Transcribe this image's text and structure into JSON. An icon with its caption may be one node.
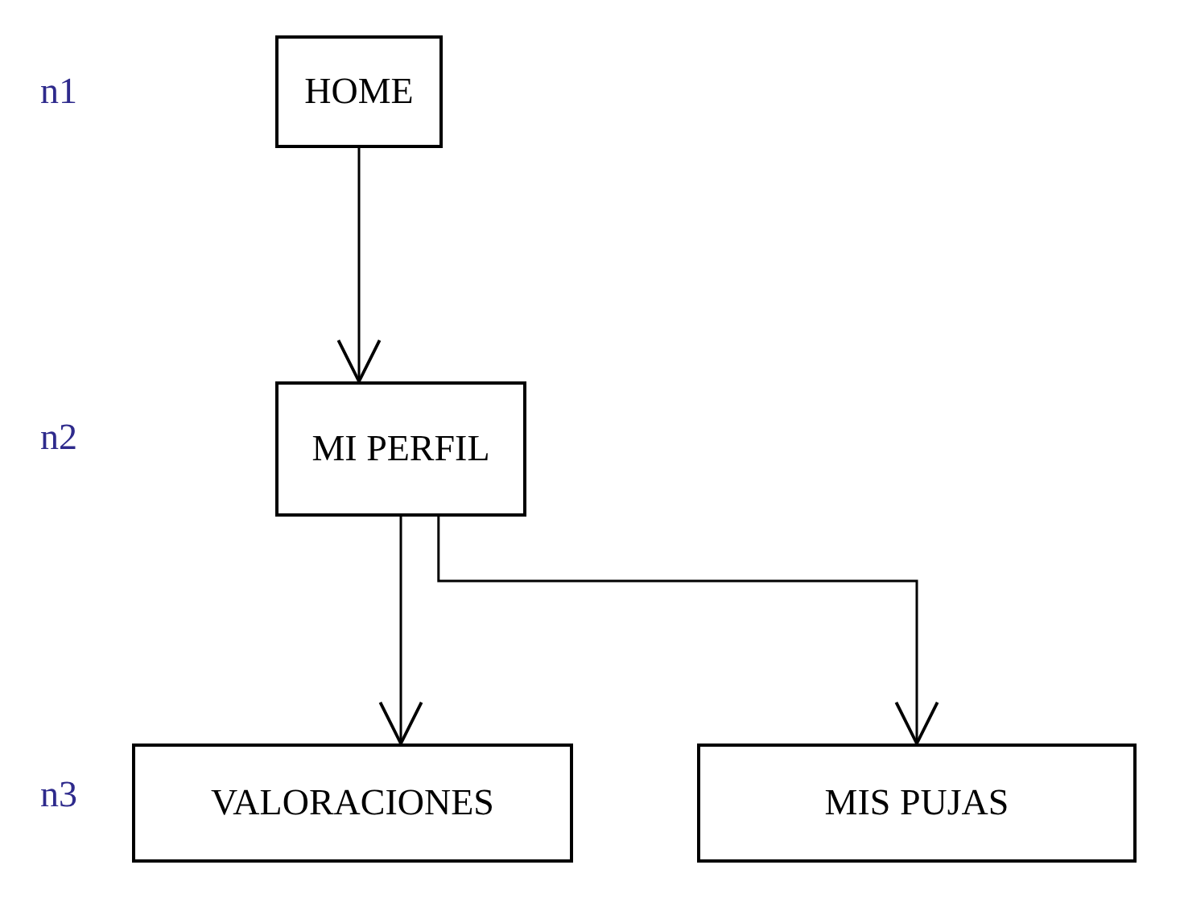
{
  "diagram": {
    "nodes": [
      {
        "text": [
          "HOME"
        ]
      },
      {
        "text": [
          "MI PERFIL"
        ]
      },
      {
        "text": [
          "VALORACIONES"
        ]
      },
      {
        "text": [
          "MIS PUJAS"
        ]
      }
    ],
    "edges": [
      {
        "from": 0,
        "to": 1,
        "arrow": "to"
      },
      {
        "from": 1,
        "to": 2,
        "arrow": "to"
      },
      {
        "from": 1,
        "to": 3,
        "arrow": "to"
      }
    ],
    "labels": [
      "n1",
      "n2",
      "n3"
    ]
  }
}
